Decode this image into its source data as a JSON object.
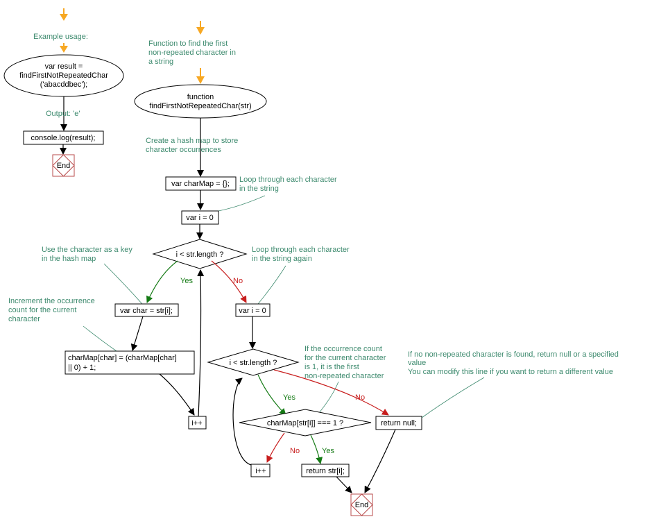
{
  "colors": {
    "comment": "#3d8a6e",
    "yes": "#147a14",
    "no": "#c81e1e",
    "entry_arrow": "#f7a823",
    "end_symbol": "#b84b4b"
  },
  "usage": {
    "comment": "Example usage:",
    "call_lines": [
      "var result =",
      "findFirstNotRepeatedChar",
      "('abacddbec');"
    ],
    "output_comment": "Output: 'e'",
    "log": "console.log(result);",
    "end": "End"
  },
  "main": {
    "comment": [
      "Function to find the first",
      "non-repeated character in",
      "a string"
    ],
    "function_lines": [
      "function",
      "findFirstNotRepeatedChar(str)"
    ],
    "hashmap_comment": [
      "Create a hash map to store",
      "character occurrences"
    ],
    "charmap_init": "var charMap = {};",
    "loop1_comment": [
      "Loop through each character",
      "in the string"
    ],
    "loop1_init": "var i = 0",
    "loop1_cond": "i < str.length ?",
    "key_comment": [
      "Use the character as a key",
      "in the hash map"
    ],
    "yes_label": "Yes",
    "no_label": "No",
    "char_assign": "var char = str[i];",
    "increment_comment": [
      "Increment the occurrence",
      "count for the current",
      "character"
    ],
    "charmap_update": [
      "charMap[char] = (charMap[char]",
      "|| 0) + 1;"
    ],
    "loop1_inc": "i++",
    "loop2_comment": [
      "Loop through each character",
      "in the string again"
    ],
    "loop2_init": "var i = 0",
    "loop2_cond": "i < str.length ?",
    "count_comment": [
      "If the occurrence count",
      "for the current character",
      "is 1, it is the first",
      "non-repeated character"
    ],
    "check_cond": "charMap[str[i]] === 1 ?",
    "return_null_comment": [
      "If no non-repeated character is found, return null or a specified",
      "value",
      "You can modify this line if you want to return a different value"
    ],
    "return_null": "return null;",
    "loop2_inc": "i++",
    "return_char": "return str[i];",
    "end": "End"
  }
}
